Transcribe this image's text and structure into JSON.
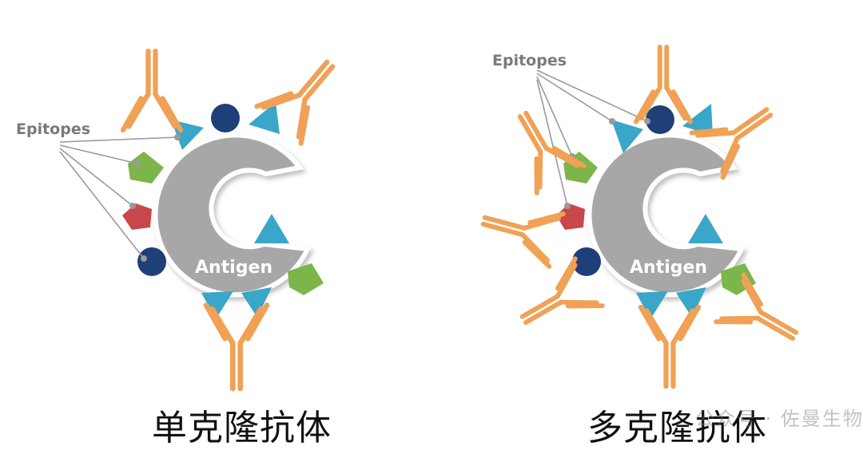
{
  "panels": [
    {
      "epitopes_label": "Epitopes",
      "antigen_label": "Antigen",
      "caption": "单克隆抗体"
    },
    {
      "epitopes_label": "Epitopes",
      "antigen_label": "Antigen",
      "caption": "多克隆抗体"
    }
  ],
  "watermark": "公众号 · 佐曼生物",
  "colors": {
    "antigen": "#a7a7a7",
    "antibody": "#f0a155",
    "triangle_epitope": "#3aa6c9",
    "circle_epitope": "#1f3f78",
    "square_epitope": "#7cb54a",
    "pentagon_epitope": "#c8474a",
    "epitope_label": "#7a7a7a"
  },
  "icons": {
    "antibody": "y-shaped-antibody-icon",
    "antigen": "c-shaped-antigen-icon"
  }
}
